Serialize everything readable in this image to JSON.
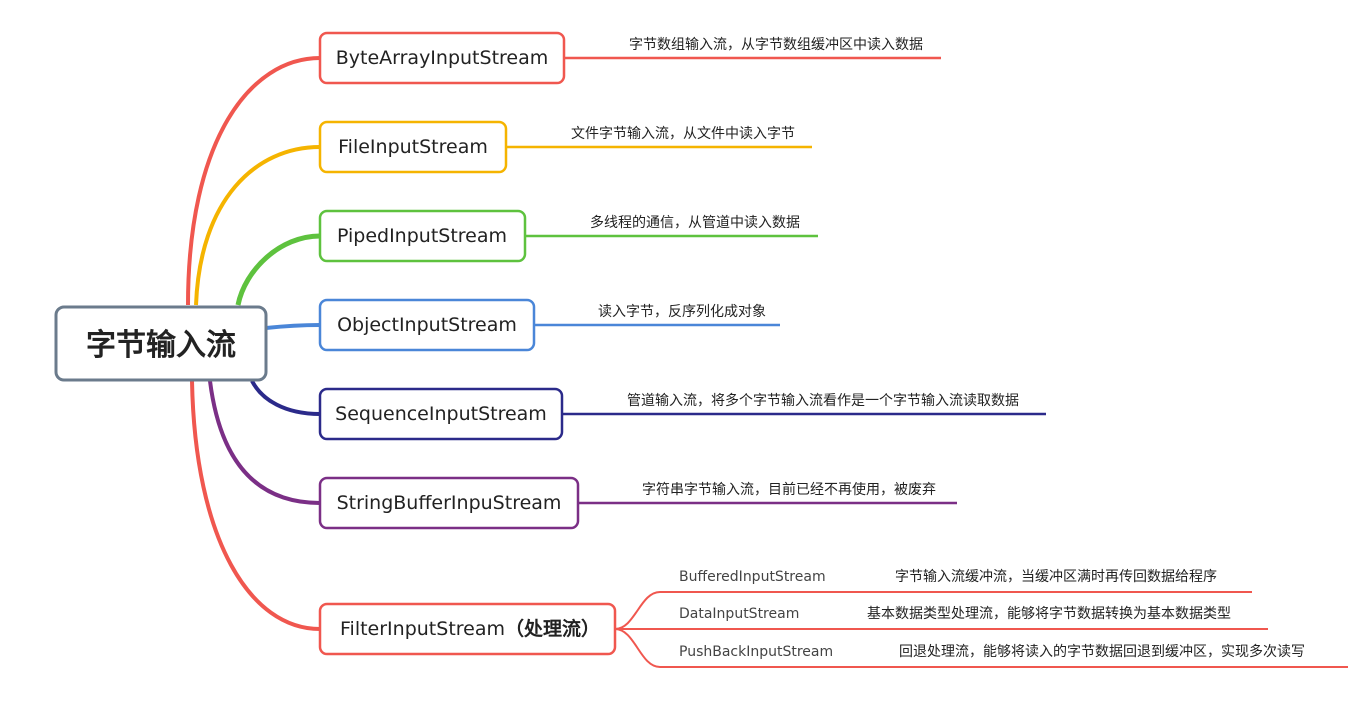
{
  "root": {
    "label": "字节输入流",
    "color": "#6b7b8c"
  },
  "branches": [
    {
      "label": "ByteArrayInputStream",
      "description": "字节数组输入流，从字节数组缓冲区中读入数据",
      "color": "#f0574f"
    },
    {
      "label": "FileInputStream",
      "description": "文件字节输入流，从文件中读入字节",
      "color": "#f5b400"
    },
    {
      "label": "PipedInputStream",
      "description": "多线程的通信，从管道中读入数据",
      "color": "#5ec23e"
    },
    {
      "label": "ObjectInputStream",
      "description": "读入字节，反序列化成对象",
      "color": "#4a86d8"
    },
    {
      "label": "SequenceInputStream",
      "description": "管道输入流，将多个字节输入流看作是一个字节输入流读取数据",
      "color": "#2b2a8a"
    },
    {
      "label": "StringBufferInpuStream",
      "description": "字符串字节输入流，目前已经不再使用，被废弃",
      "color": "#7b2f86"
    },
    {
      "label": "FilterInputStream",
      "label_suffix": "（处理流）",
      "color": "#f0574f",
      "children": [
        {
          "label": "BufferedInputStream",
          "description": "字节输入流缓冲流，当缓冲区满时再传回数据给程序"
        },
        {
          "label": "DataInputStream",
          "description": "基本数据类型处理流，能够将字节数据转换为基本数据类型"
        },
        {
          "label": "PushBackInputStream",
          "description": "回退处理流，能够将读入的字节数据回退到缓冲区，实现多次读写"
        }
      ]
    }
  ]
}
